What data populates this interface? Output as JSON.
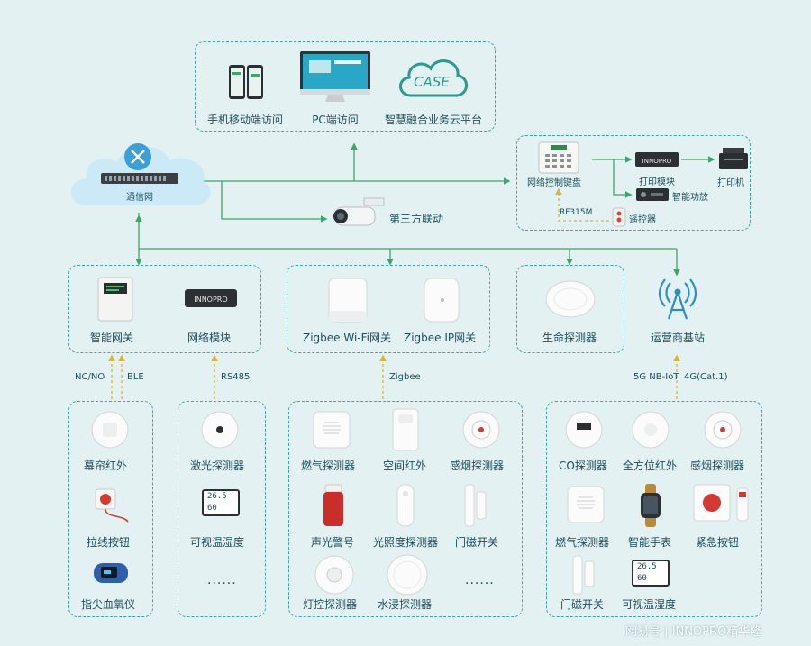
{
  "top": {
    "mobile": "手机移动端访问",
    "pc": "PC端访问",
    "cloud": "智慧融合业务云平台",
    "cloud_logo": "CASE"
  },
  "network": {
    "label": "通信网"
  },
  "third_party": {
    "label": "第三方联动"
  },
  "control": {
    "keypad": "网络控制键盘",
    "print_module": "打印模块",
    "printer": "打印机",
    "amplifier": "智能功放",
    "remote": "遥控器",
    "rf": "RF315M",
    "module_brand": "INNOPRO"
  },
  "gateways": {
    "smart": "智能网关",
    "network_module": "网络模块",
    "module_brand": "INNOPRO",
    "zigbee_wifi": "Zigbee Wi-Fi网关",
    "zigbee_ip": "Zigbee IP网关",
    "life": "生命探测器",
    "base": "运营商基站"
  },
  "links": {
    "ncno": "NC/NO",
    "ble": "BLE",
    "rs485": "RS485",
    "zigbee": "Zigbee",
    "nbiot": "5G NB-IoT",
    "cat1": "4G(Cat.1)"
  },
  "groups": {
    "g1": [
      "幕帘红外",
      "拉线按钮",
      "指尖血氧仪"
    ],
    "g2": [
      "激光探测器",
      "可视温湿度",
      "......"
    ],
    "g3": [
      "燃气探测器",
      "空间红外",
      "感烟探测器",
      "声光警号",
      "光照度探测器",
      "门磁开关",
      "灯控探测器",
      "水浸探测器",
      "......"
    ],
    "g4": [
      "CO探测器",
      "全方位红外",
      "感烟探测器",
      "燃气探测器",
      "智能手表",
      "紧急按钮",
      "门磁开关",
      "可视温湿度"
    ]
  },
  "display": {
    "temp": "26.5",
    "hum": "60"
  },
  "watermark": {
    "site": "网易号",
    "sep": "|",
    "brand": "INNOPRO精华隆"
  },
  "colors": {
    "line": "#3aa86a",
    "dashed": "#d7b640",
    "border": "#3aa6b0",
    "text": "#1d4f5e"
  }
}
